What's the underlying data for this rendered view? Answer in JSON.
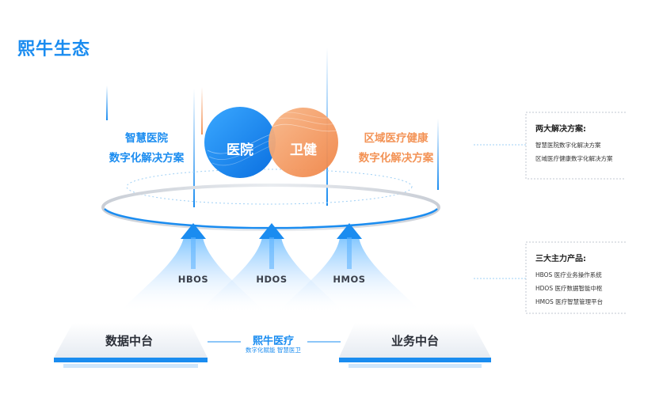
{
  "title": "熙牛生态",
  "left_solution": {
    "line1": "智慧医院",
    "line2": "数字化解决方案"
  },
  "right_solution": {
    "line1": "区域医疗健康",
    "line2": "数字化解决方案"
  },
  "circles": {
    "hospital": "医院",
    "health": "卫健"
  },
  "products": [
    "HBOS",
    "HDOS",
    "HMOS"
  ],
  "platforms": {
    "data": "数据中台",
    "business": "业务中台"
  },
  "center": {
    "title": "熙牛医疗",
    "subtitle": "数字化赋能 智慧医卫"
  },
  "solutions_panel": {
    "title": "两大解决方案:",
    "items": [
      "智慧医院数字化解决方案",
      "区域医疗健康数字化解决方案"
    ]
  },
  "products_panel": {
    "title": "三大主力产品:",
    "items": [
      "HBOS 医疗业务操作系统",
      "HDOS 医疗数据智能中枢",
      "HMOS 医疗智慧管理平台"
    ]
  },
  "colors": {
    "blue": "#1a8cf0",
    "orange": "#f39356"
  }
}
